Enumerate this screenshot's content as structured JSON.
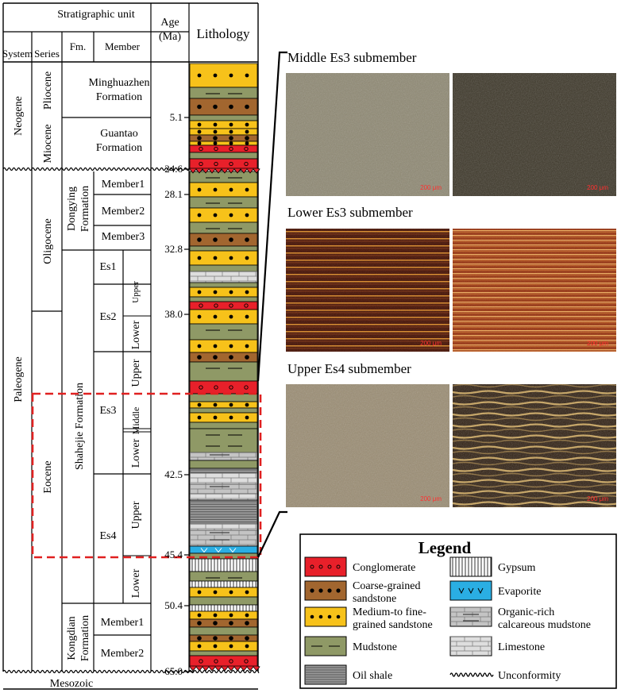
{
  "header": {
    "stratigraphic_unit": "Stratigraphic unit",
    "system": "System",
    "series": "Series",
    "formation": "Fm.",
    "member": "Member",
    "age_line1": "Age",
    "age_line2": "(Ma)",
    "lithology": "Lithology"
  },
  "systems": {
    "neogene": "Neogene",
    "paleogene": "Paleogene",
    "mesozoic": "Mesozoic"
  },
  "series": {
    "pliocene": "Pliocene",
    "miocene": "Miocene",
    "oligocene": "Oligocene",
    "eocene": "Eocene"
  },
  "formations": {
    "minghuazhen_1": "Minghuazhen",
    "minghuazhen_2": "Formation",
    "guantao_1": "Guantao",
    "guantao_2": "Formation",
    "dongying_1": "Dongying",
    "dongying_2": "Formation",
    "shahejie": "Shahejie Formation",
    "kongdian_1": "Kongdian",
    "kongdian_2": "Formation"
  },
  "members": {
    "dy_member1": "Member1",
    "dy_member2": "Member2",
    "dy_member3": "Member3",
    "es1": "Es1",
    "es2": "Es2",
    "es3": "Es3",
    "es4": "Es4",
    "kd_member1": "Member1",
    "kd_member2": "Member2"
  },
  "submembers": {
    "es2_upper": "Upper",
    "es2_lower": "Lower",
    "es3_upper": "Upper",
    "es3_middle": "Middle",
    "es3_lower": "Lower",
    "es4_upper": "Upper",
    "es4_lower": "Lower"
  },
  "ages": [
    "5.1",
    "24.6",
    "28.1",
    "32.8",
    "38.0",
    "42.5",
    "45.4",
    "50.4",
    "65.0"
  ],
  "photo_panels": [
    {
      "title": "Middle Es3 submember",
      "scale_left": "200 μm",
      "scale_right": "200 μm"
    },
    {
      "title": "Lower Es3 submember",
      "scale_left": "200 μm",
      "scale_right": "200 μm"
    },
    {
      "title": "Upper Es4 submember",
      "scale_left": "200 μm",
      "scale_right": "200 μm"
    }
  ],
  "legend": {
    "title": "Legend",
    "items": [
      {
        "key": "conglomerate",
        "lines": [
          "Conglomerate"
        ]
      },
      {
        "key": "gypsum",
        "lines": [
          "Gypsum"
        ]
      },
      {
        "key": "coarse",
        "lines": [
          "Coarse-grained",
          "sandstone"
        ]
      },
      {
        "key": "evaporite",
        "lines": [
          "Evaporite"
        ]
      },
      {
        "key": "medium",
        "lines": [
          "Medium-to fine-",
          "grained sandstone"
        ]
      },
      {
        "key": "organic",
        "lines": [
          "Organic-rich",
          "calcareous mudstone"
        ]
      },
      {
        "key": "mudstone",
        "lines": [
          "Mudstone"
        ]
      },
      {
        "key": "limestone",
        "lines": [
          "Limestone"
        ]
      },
      {
        "key": "oilshale",
        "lines": [
          "Oil shale"
        ]
      },
      {
        "key": "unconformity",
        "lines": [
          "Unconformity"
        ]
      }
    ]
  },
  "colors": {
    "conglomerate": "#e8202a",
    "coarse": "#a2662f",
    "medium": "#f7c21a",
    "mudstone": "#8f9966",
    "gypsum": "#ffffff",
    "evaporite": "#2aaee3",
    "organic": "#c4c4c4",
    "limestone": "#dedede",
    "oilshale": "#9a9a9a",
    "highlight": "#e02020"
  }
}
